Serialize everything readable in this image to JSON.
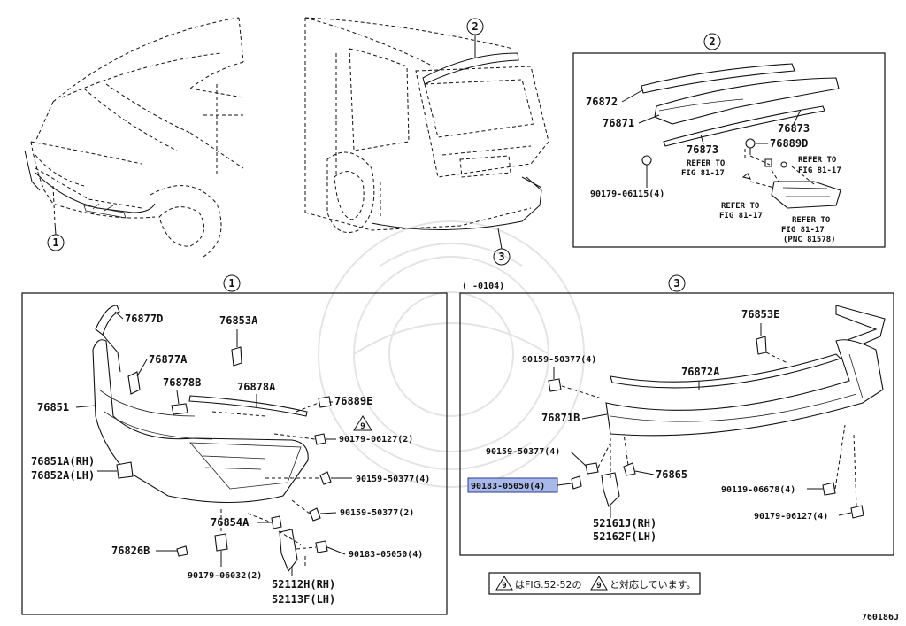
{
  "callouts": {
    "c1": "1",
    "c2": "2",
    "c3": "3"
  },
  "top_right_box": {
    "labels": [
      "76872",
      "76871",
      "76873",
      "76873",
      "76889D",
      "90179-06115(4)"
    ],
    "refer": {
      "r1a": "REFER TO",
      "r1b": "FIG 81-17",
      "r2a": "REFER TO",
      "r2b": "FIG 81-17",
      "r3a": "REFER TO",
      "r3b": "FIG 81-17",
      "r4a": "REFER TO",
      "r4b": "FIG 81-17",
      "pnc": "(PNC 81578)"
    }
  },
  "front_box": {
    "labels": [
      "76877D",
      "76853A",
      "76877A",
      "76878B",
      "76878A",
      "76851",
      "76889E",
      "90179-06127(2)",
      "76851A(RH)",
      "76852A(LH)",
      "90159-50377(4)",
      "90159-50377(2)",
      "76854A",
      "76826B",
      "90183-05050(4)",
      "90179-06032(2)",
      "52112H(RH)",
      "52113F(LH)"
    ],
    "note_num": "9"
  },
  "rear_box": {
    "date_range": "(      -0104)",
    "labels": [
      "76853E",
      "90159-50377(4)",
      "76872A",
      "76871B",
      "90159-50377(4)",
      "76865",
      "90183-05050(4)",
      "90119-06678(4)",
      "90179-06127(4)",
      "52161J(RH)",
      "52162F(LH)"
    ],
    "highlighted": "90183-05050(4)"
  },
  "note": {
    "num": "9",
    "text_a": "はFIG.52-52の",
    "text_b": "と対応しています。"
  },
  "figure_id": "760186J"
}
